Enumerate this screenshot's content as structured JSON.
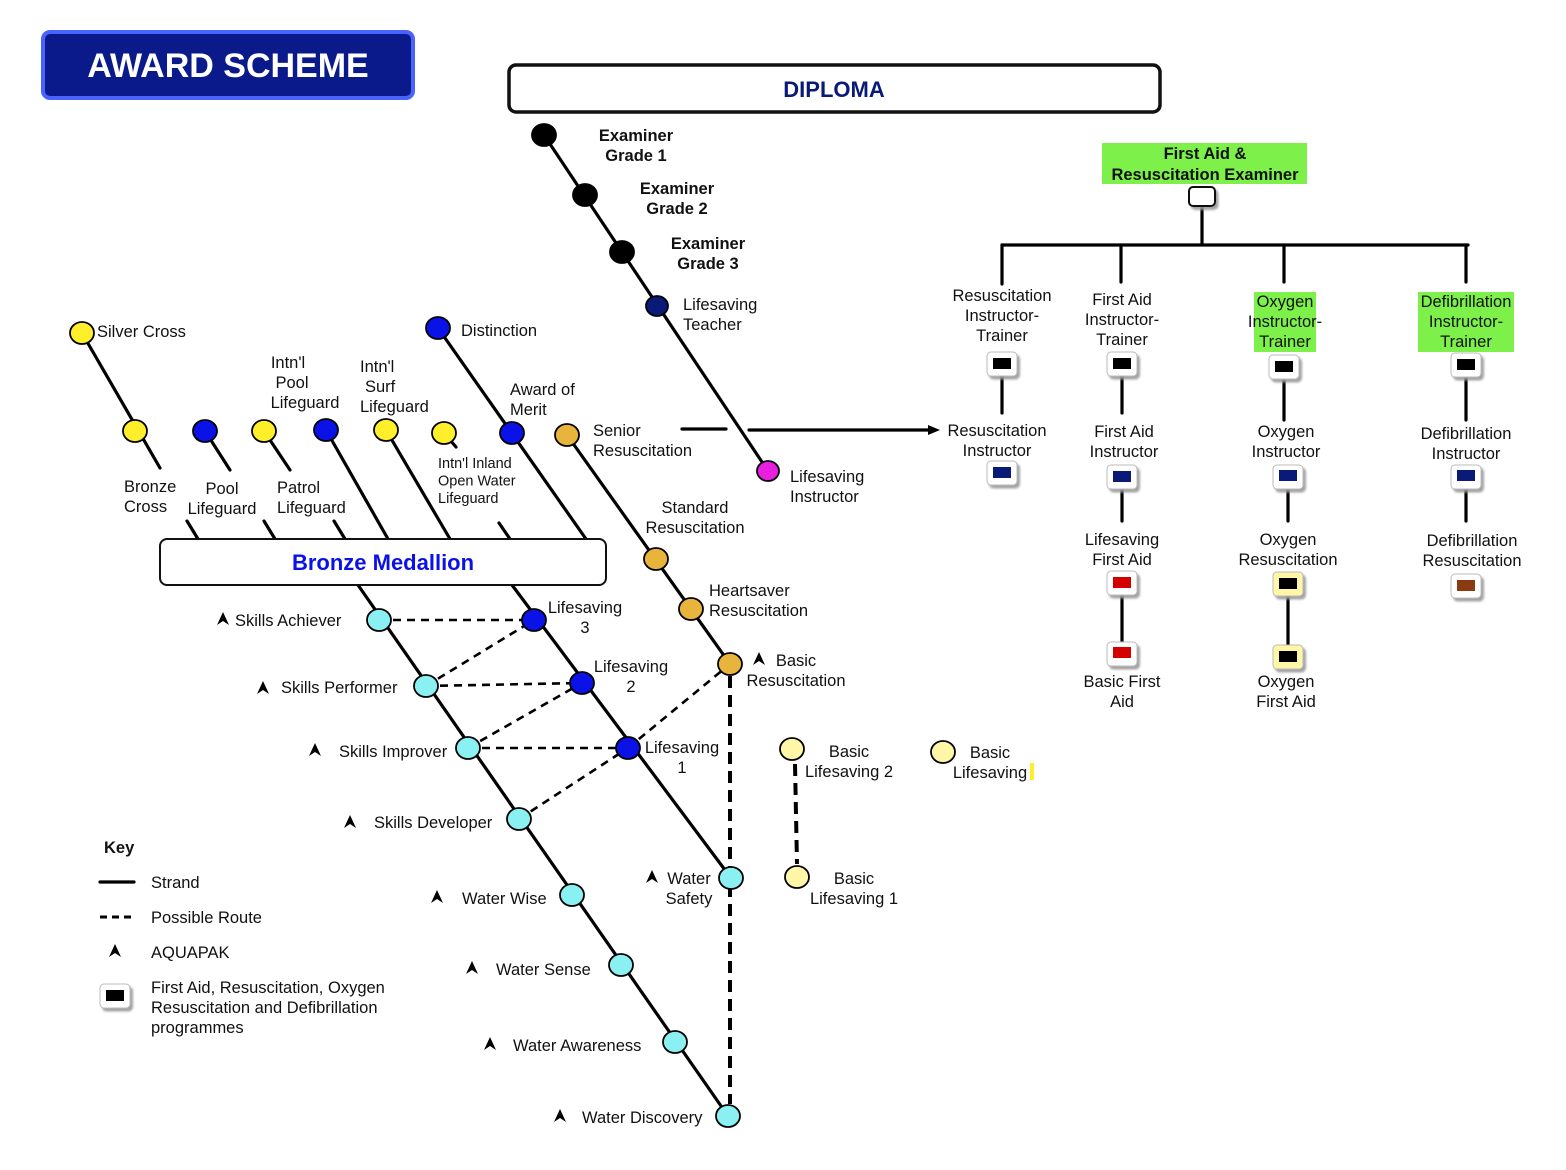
{
  "title": "AWARD SCHEME",
  "diploma": "DIPLOMA",
  "bronze_medallion": "Bronze Medallion",
  "colors": {
    "title_box": "#0b1a8a",
    "title_border": "#4a63ff",
    "navy": "#0a1a78",
    "blue_node": "#0a12e8",
    "yellow_node": "#ffef2a",
    "pale_yellow_node": "#fff6a8",
    "orange_node": "#e9b43c",
    "cyan_node": "#8af0f2",
    "magenta_node": "#e81ee0",
    "red_box": "#d40000",
    "brown_box": "#8a3a10",
    "highlight": "#7df04a"
  },
  "examiner": {
    "g1": [
      "Examiner",
      "Grade 1"
    ],
    "g2": [
      "Examiner",
      "Grade 2"
    ],
    "g3": [
      "Examiner",
      "Grade 3"
    ],
    "teacher": [
      "Lifesaving",
      "Teacher"
    ],
    "instructor": [
      "Lifesaving",
      "Instructor"
    ]
  },
  "left": {
    "silver_cross": "Silver Cross",
    "bronze_cross": [
      "Bronze",
      "Cross"
    ],
    "pool_lifeguard": [
      "Pool",
      "Lifeguard"
    ],
    "patrol_lifeguard": [
      "Patrol",
      "Lifeguard"
    ],
    "intl_pool": [
      "Intn'l",
      "Pool",
      "Lifeguard"
    ],
    "intl_surf": [
      "Intn'l",
      "Surf",
      "Lifeguard"
    ],
    "intl_inland": [
      "Intn'l Inland",
      "Open Water",
      "Lifeguard"
    ],
    "distinction": "Distinction",
    "award_of_merit": [
      "Award of",
      "Merit"
    ]
  },
  "resus": {
    "senior": [
      "Senior",
      "Resuscitation"
    ],
    "standard": [
      "Standard",
      "Resuscitation"
    ],
    "heartsaver": [
      "Heartsaver",
      "Resuscitation"
    ],
    "basic": [
      "Basic",
      "Resuscitation"
    ]
  },
  "lifesaving": {
    "ls3": [
      "Lifesaving",
      "3"
    ],
    "ls2": [
      "Lifesaving",
      "2"
    ],
    "ls1": [
      "Lifesaving",
      "1"
    ],
    "water_safety": [
      "Water",
      "Safety"
    ]
  },
  "skills": {
    "achiever": "Skills Achiever",
    "performer": "Skills Performer",
    "improver": "Skills Improver",
    "developer": "Skills Developer",
    "water_wise": "Water Wise",
    "water_sense": "Water Sense",
    "water_awareness": "Water Awareness",
    "water_discovery": "Water Discovery"
  },
  "basic_ls": {
    "bls2": [
      "Basic",
      "Lifesaving 2"
    ],
    "bls1": [
      "Basic",
      "Lifesaving 1"
    ],
    "bls": [
      "Basic",
      "Lifesaving"
    ]
  },
  "first_aid_examiner": [
    "First Aid &",
    "Resuscitation Examiner"
  ],
  "fa_columns": {
    "resus_it": [
      "Resuscitation",
      "Instructor-",
      "Trainer"
    ],
    "resus_i": [
      "Resuscitation",
      "Instructor"
    ],
    "fa_it": [
      "First Aid",
      "Instructor-",
      "Trainer"
    ],
    "fa_i": [
      "First Aid",
      "Instructor"
    ],
    "ls_fa": [
      "Lifesaving",
      "First Aid"
    ],
    "basic_fa": [
      "Basic First",
      "Aid"
    ],
    "oxy_it": [
      "Oxygen",
      "Instructor-",
      "Trainer"
    ],
    "oxy_i": [
      "Oxygen",
      "Instructor"
    ],
    "oxy_resus": [
      "Oxygen",
      "Resuscitation"
    ],
    "oxy_fa": [
      "Oxygen",
      "First Aid"
    ],
    "defib_it": [
      "Defibrillation",
      "Instructor-",
      "Trainer"
    ],
    "defib_i": [
      "Defibrillation",
      "Instructor"
    ],
    "defib_resus": [
      "Defibrillation",
      "Resuscitation"
    ]
  },
  "key": {
    "title": "Key",
    "strand": "Strand",
    "possible_route": "Possible Route",
    "aquapak": "AQUAPAK",
    "programmes": [
      "First Aid, Resuscitation, Oxygen",
      "Resuscitation and Defibrillation",
      "programmes"
    ]
  }
}
